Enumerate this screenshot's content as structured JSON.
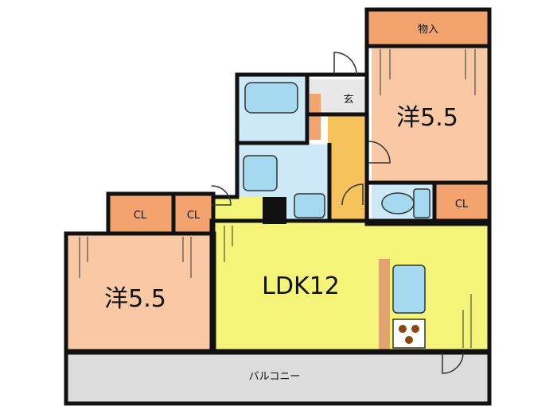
{
  "colors": {
    "bedroom": "#f9c9a6",
    "storage": "#f3a36e",
    "living": "#f4f479",
    "wet_area": "#cde8f6",
    "fixture": "#a5d9f0",
    "hallway": "#f5c25b",
    "balcony": "#dcdcdc",
    "wall": "#111111",
    "counter": "#e3a370"
  },
  "rooms": {
    "bedroom_upper": {
      "label": "洋5.5"
    },
    "bedroom_lower": {
      "label": "洋5.5"
    },
    "storage_top": {
      "label": "物入"
    },
    "closet_upper_right": {
      "label": "CL"
    },
    "closet_left_1": {
      "label": "CL"
    },
    "closet_left_2": {
      "label": "CL"
    },
    "entrance": {
      "label": "玄"
    },
    "living": {
      "label": "LDK12"
    },
    "balcony": {
      "label": "バルコニー"
    }
  },
  "icons": [
    "bathtub-icon",
    "washbasin-icon",
    "washing-machine-icon",
    "toilet-icon",
    "kitchen-sink-icon",
    "stove-icon",
    "door-swing-icon"
  ]
}
